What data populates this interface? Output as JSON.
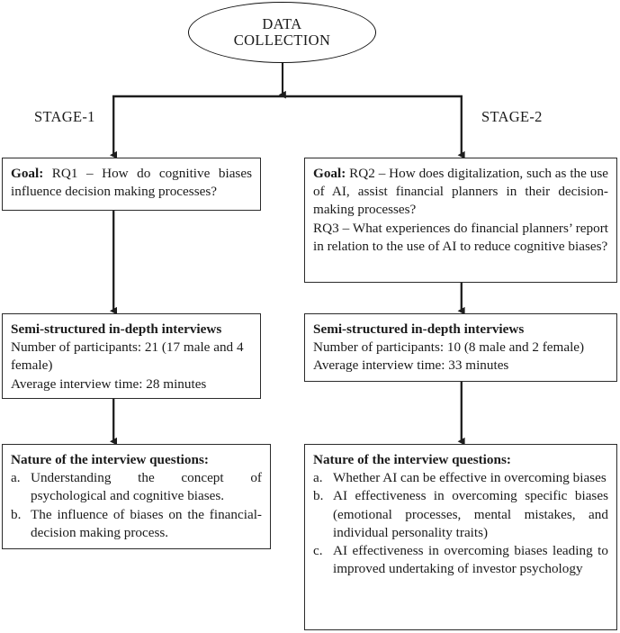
{
  "diagram": {
    "root": {
      "label_line1": "DATA",
      "label_line2": "COLLECTION"
    },
    "stages": {
      "left_label": "STAGE-1",
      "right_label": "STAGE-2"
    },
    "left_column": {
      "goal_box": {
        "bold_prefix": "Goal:",
        "text": " RQ1 – How do cognitive biases influence decision making processes?"
      },
      "method_box": {
        "heading": "Semi-structured in-depth interviews",
        "line1": "Number of participants: 21 (17 male and 4 female)",
        "line2": "Average interview time: 28 minutes"
      },
      "questions_box": {
        "heading": "Nature of the interview questions:",
        "items": [
          {
            "marker": "a.",
            "text": "Understanding the concept of psychological and cognitive biases."
          },
          {
            "marker": "b.",
            "text": "The influence of biases on the financial-decision making process."
          }
        ]
      }
    },
    "right_column": {
      "goal_box": {
        "bold_prefix": "Goal:",
        "text_rq2": " RQ2 – How does digitalization, such as the use of AI, assist financial planners in their decision-making processes?",
        "text_rq3": "RQ3 – What experiences do financial planners’ report in relation to the use of AI to reduce cognitive biases?"
      },
      "method_box": {
        "heading": "Semi-structured in-depth interviews",
        "line1": "Number of participants: 10 (8 male and 2 female)",
        "line2": "Average interview time: 33 minutes"
      },
      "questions_box": {
        "heading": "Nature of the interview questions:",
        "items": [
          {
            "marker": "a.",
            "text": "Whether AI can be effective in overcoming biases"
          },
          {
            "marker": "b.",
            "text": "AI effectiveness in overcoming specific biases (emotional processes, mental mistakes, and individual personality traits)"
          },
          {
            "marker": "c.",
            "text": "AI effectiveness in overcoming biases leading to improved undertaking of investor psychology"
          }
        ]
      }
    },
    "colors": {
      "stroke": "#2b2b2b",
      "text": "#1a1a1a",
      "background": "#ffffff"
    }
  }
}
